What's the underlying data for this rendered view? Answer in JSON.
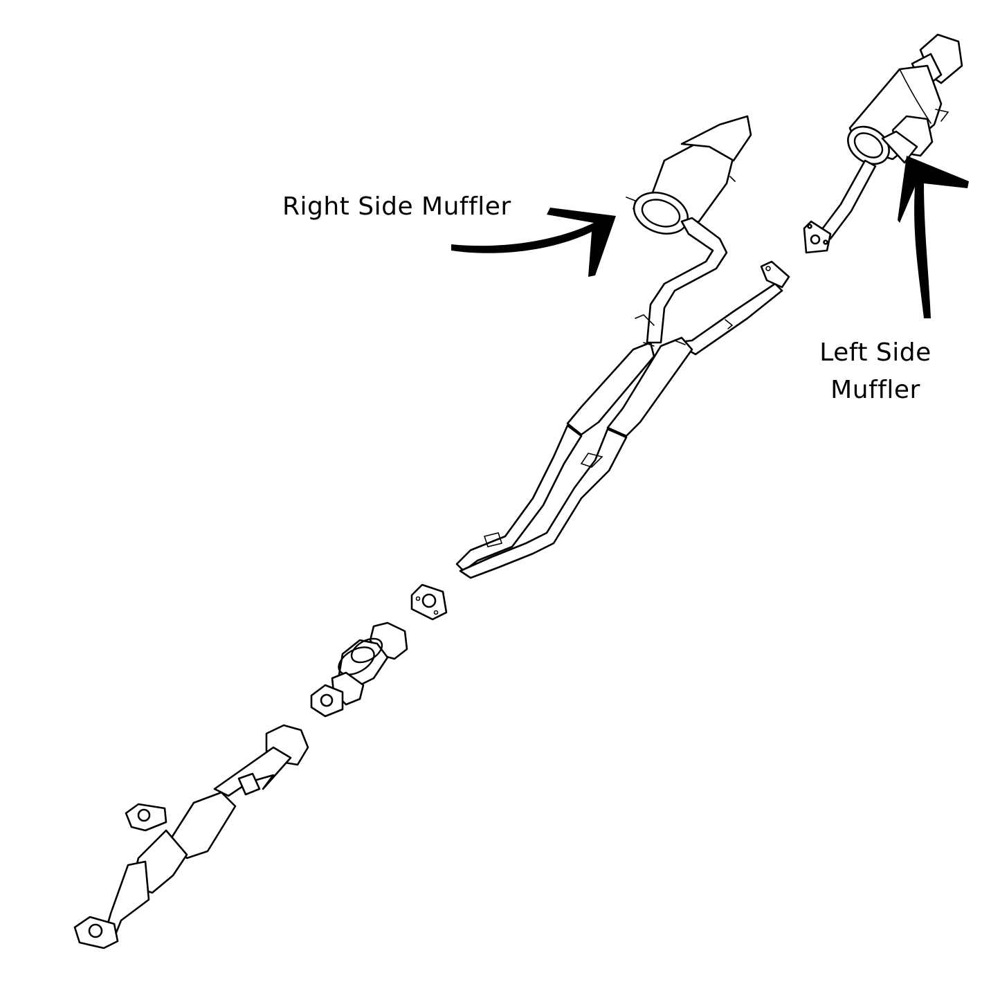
{
  "labels": {
    "right_muffler": "Right Side Muffler",
    "left_muffler_line1": "Left Side",
    "left_muffler_line2": "Muffler"
  },
  "colors": {
    "background": "#ffffff",
    "ink": "#000000"
  }
}
